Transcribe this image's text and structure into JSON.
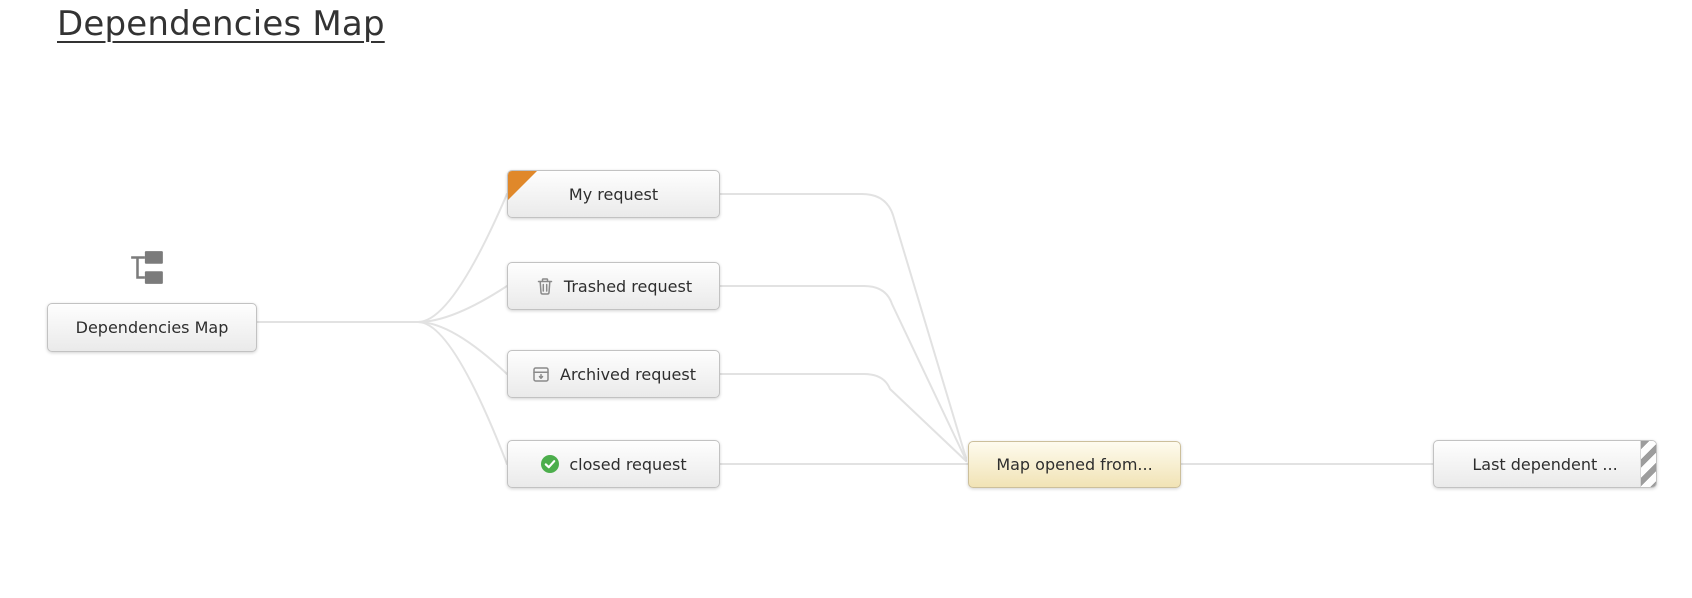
{
  "page": {
    "title": "Dependencies Map"
  },
  "colors": {
    "edge": "#e2e2e2",
    "node_border": "#c2c2c2",
    "accent_orange": "#e0882a",
    "status_green": "#4cae4c",
    "highlight_node_top": "#fefbee",
    "highlight_node_bottom": "#f1e3b5",
    "icon_gray": "#8a8a8a",
    "title_text": "#333333"
  },
  "diagram": {
    "nodes": [
      {
        "id": "root",
        "label": "Dependencies Map",
        "icon": "hierarchy-icon-above"
      },
      {
        "id": "my",
        "label": "My request",
        "marker": "orange-corner-triangle"
      },
      {
        "id": "trashed",
        "label": "Trashed request",
        "icon": "trash-icon"
      },
      {
        "id": "archived",
        "label": "Archived request",
        "icon": "archive-icon"
      },
      {
        "id": "closed",
        "label": "closed request",
        "icon": "check-circle-icon"
      },
      {
        "id": "opened",
        "label": "Map opened from...",
        "style": "highlighted-cream"
      },
      {
        "id": "last",
        "label": "Last dependent ...",
        "marker": "striped-right-edge"
      }
    ],
    "edges": [
      {
        "from": "root",
        "to": "my"
      },
      {
        "from": "root",
        "to": "trashed"
      },
      {
        "from": "root",
        "to": "archived"
      },
      {
        "from": "root",
        "to": "closed"
      },
      {
        "from": "my",
        "to": "opened"
      },
      {
        "from": "trashed",
        "to": "opened"
      },
      {
        "from": "archived",
        "to": "opened"
      },
      {
        "from": "closed",
        "to": "opened"
      },
      {
        "from": "opened",
        "to": "last"
      }
    ]
  }
}
